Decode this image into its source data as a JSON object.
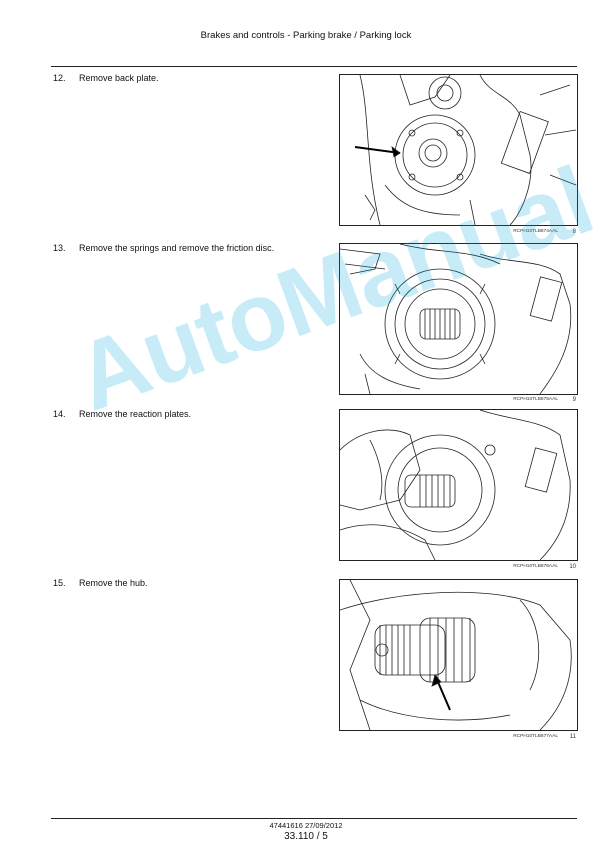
{
  "header": {
    "title": "Brakes and controls - Parking brake / Parking lock"
  },
  "steps": [
    {
      "num": "12.",
      "text": "Remove back plate.",
      "figure_code": "RCPH10TLB874AAL",
      "figure_num": "8"
    },
    {
      "num": "13.",
      "text": "Remove the springs and remove the friction disc.",
      "figure_code": "RCPH10TLB875AAL",
      "figure_num": "9"
    },
    {
      "num": "14.",
      "text": "Remove the reaction plates.",
      "figure_code": "RCPH10TLB876AAL",
      "figure_num": "10"
    },
    {
      "num": "15.",
      "text": "Remove the hub.",
      "figure_code": "RCPH10TLB877AAL",
      "figure_num": "11"
    }
  ],
  "watermark": "AutoManual",
  "footer": {
    "doc_code": "47441616 27/09/2012",
    "page": "33.110 / 5"
  }
}
